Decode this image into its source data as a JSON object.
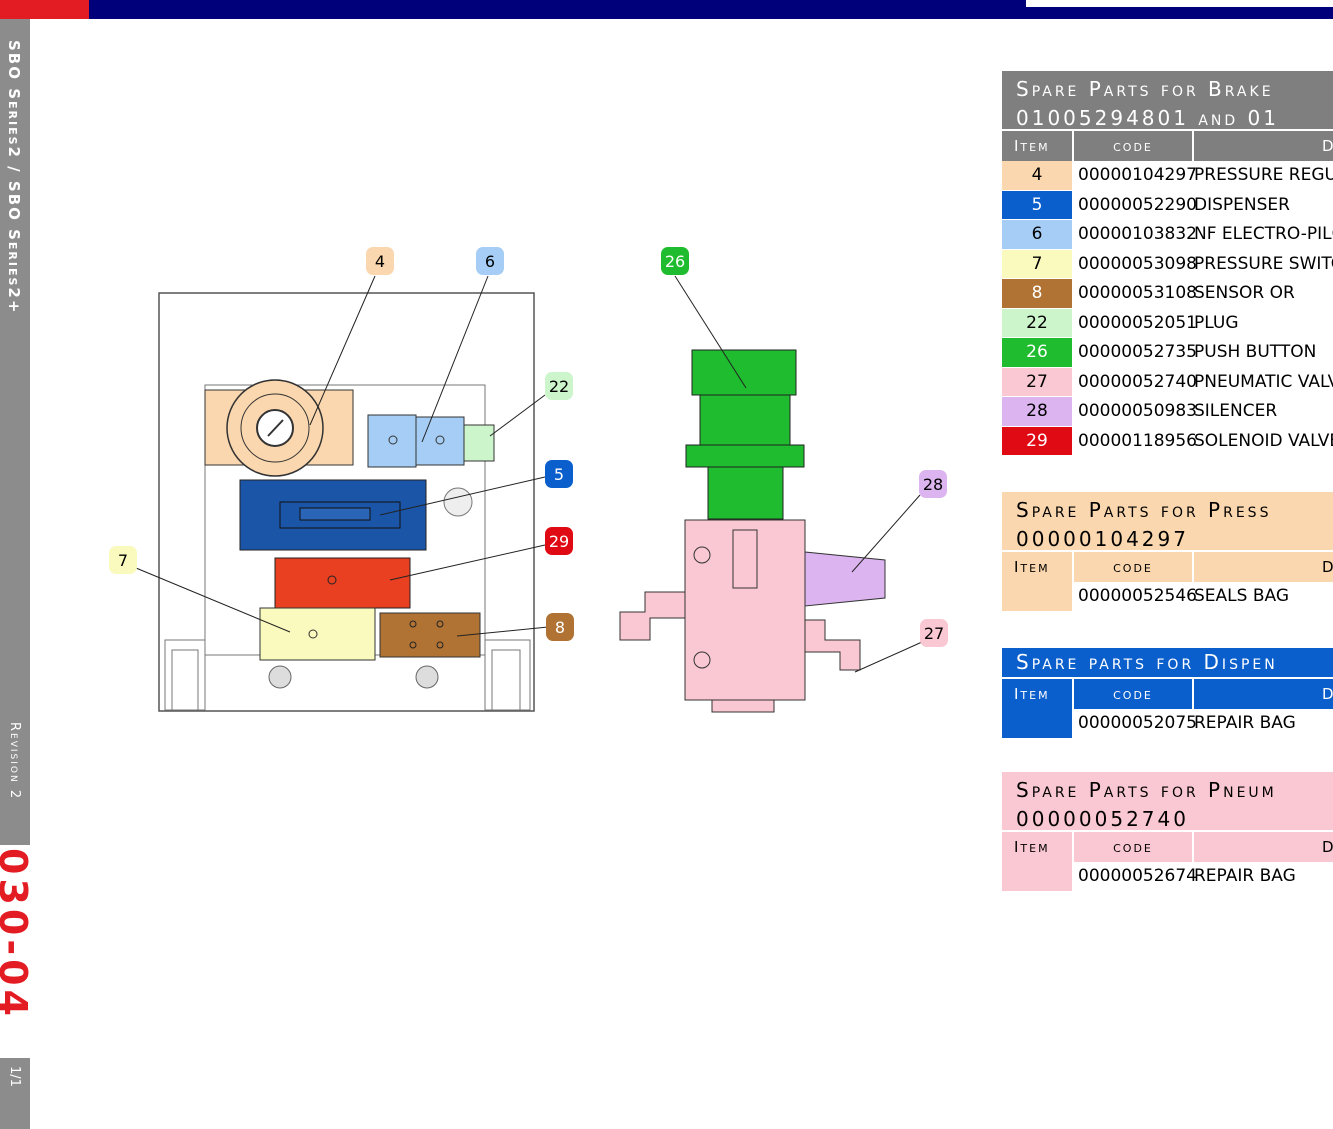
{
  "sidebar": {
    "series": "SBO Series2 / SBO Series2+",
    "revision": "Revision 2",
    "page_code": "030-04",
    "page_number": "1/1"
  },
  "callouts": [
    {
      "num": "4",
      "bg": "#fad7ae",
      "fg": "#000000"
    },
    {
      "num": "6",
      "bg": "#a5cdf5",
      "fg": "#000000"
    },
    {
      "num": "26",
      "bg": "#1ebc2e",
      "fg": "#ffffff"
    },
    {
      "num": "22",
      "bg": "#ccf5cc",
      "fg": "#000000"
    },
    {
      "num": "5",
      "bg": "#0a5fcc",
      "fg": "#ffffff"
    },
    {
      "num": "28",
      "bg": "#dcb4f0",
      "fg": "#000000"
    },
    {
      "num": "29",
      "bg": "#e00a14",
      "fg": "#ffffff"
    },
    {
      "num": "7",
      "bg": "#fafabe",
      "fg": "#000000"
    },
    {
      "num": "8",
      "bg": "#b07334",
      "fg": "#ffffff"
    },
    {
      "num": "27",
      "bg": "#fac8d2",
      "fg": "#000000"
    }
  ],
  "main_table": {
    "title_line1": "Spare Parts for Brake",
    "title_line2": "01005294801 and 01",
    "head_item": "Item",
    "head_code": "code",
    "head_desc": "Di",
    "header_color": "#7f7f7f",
    "rows": [
      {
        "item": "4",
        "code": "00000104297",
        "desc": "PRESSURE REGUL",
        "color": "#fad7ae"
      },
      {
        "item": "5",
        "code": "00000052290",
        "desc": "DISPENSER",
        "color": "#0a5fcc"
      },
      {
        "item": "6",
        "code": "00000103832",
        "desc": "NF ELECTRO-PILC",
        "color": "#a5cdf5"
      },
      {
        "item": "7",
        "code": "00000053098",
        "desc": "PRESSURE SWITC",
        "color": "#fafabe"
      },
      {
        "item": "8",
        "code": "00000053108",
        "desc": "SENSOR OR",
        "color": "#b07334"
      },
      {
        "item": "22",
        "code": "00000052051",
        "desc": "PLUG",
        "color": "#ccf5cc"
      },
      {
        "item": "26",
        "code": "00000052735",
        "desc": "PUSH BUTTON",
        "color": "#1ebc2e"
      },
      {
        "item": "27",
        "code": "00000052740",
        "desc": "PNEUMATIC VALV",
        "color": "#fac8d2"
      },
      {
        "item": "28",
        "code": "00000050983",
        "desc": "SILENCER",
        "color": "#dcb4f0"
      },
      {
        "item": "29",
        "code": "00000118956",
        "desc": "SOLENOID VALVE",
        "color": "#e00a14"
      }
    ]
  },
  "regulator_table": {
    "title_line1": "Spare Parts for Press",
    "title_line2": "00000104297",
    "head_item": "Item",
    "head_code": "code",
    "head_desc": "Di",
    "color": "#fad7ae",
    "row": {
      "item": "",
      "code": "00000052546",
      "desc": "SEALS BAG"
    }
  },
  "dispenser_table": {
    "title_line1": "Spare parts for Dispen",
    "head_item": "Item",
    "head_code": "code",
    "head_desc": "Di",
    "color": "#0a5fcc",
    "row": {
      "item": "",
      "code": "00000052075",
      "desc": "REPAIR BAG"
    }
  },
  "pneumatic_table": {
    "title_line1": "Spare Parts for Pneum",
    "title_line2": "00000052740",
    "head_item": "Item",
    "head_code": "code",
    "head_desc": "Di",
    "color": "#fac8d2",
    "row": {
      "item": "",
      "code": "00000052674",
      "desc": "REPAIR BAG"
    }
  }
}
